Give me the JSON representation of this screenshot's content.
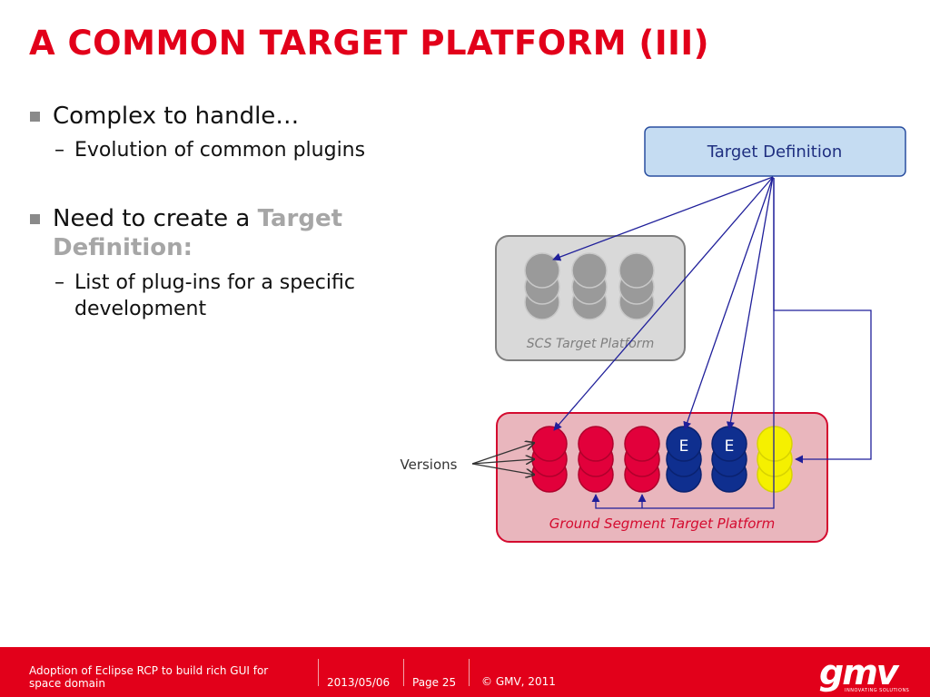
{
  "slide": {
    "title": "A COMMON TARGET PLATFORM (III)"
  },
  "bullets": [
    {
      "text": "Complex to handle…",
      "subs": [
        "Evolution of common plugins"
      ]
    },
    {
      "text_pre": "Need to create a ",
      "highlight_1": "Target",
      "highlight_2": "Definition:",
      "subs": [
        "List of plug-ins for a specific",
        "development"
      ]
    }
  ],
  "diagram": {
    "target_definition_label": "Target Definition",
    "scs_platform_label": "SCS Target Platform",
    "ground_platform_label": "Ground Segment Target Platform",
    "versions_label": "Versions",
    "plugin_letter": "E",
    "colors": {
      "red": "#e2003b",
      "navy": "#0f2f8f",
      "yellow": "#f5f000",
      "gray": "#9a9a9a",
      "arrow": "#1f1f9a"
    }
  },
  "footer": {
    "doc_title_line1": "Adoption of Eclipse RCP to  build rich GUI for",
    "doc_title_line2": "space domain",
    "date": "2013/05/06",
    "page": "Page 25",
    "copyright": "© GMV, 2011",
    "logo_text": "gmv",
    "logo_tagline": "INNOVATING SOLUTIONS"
  }
}
